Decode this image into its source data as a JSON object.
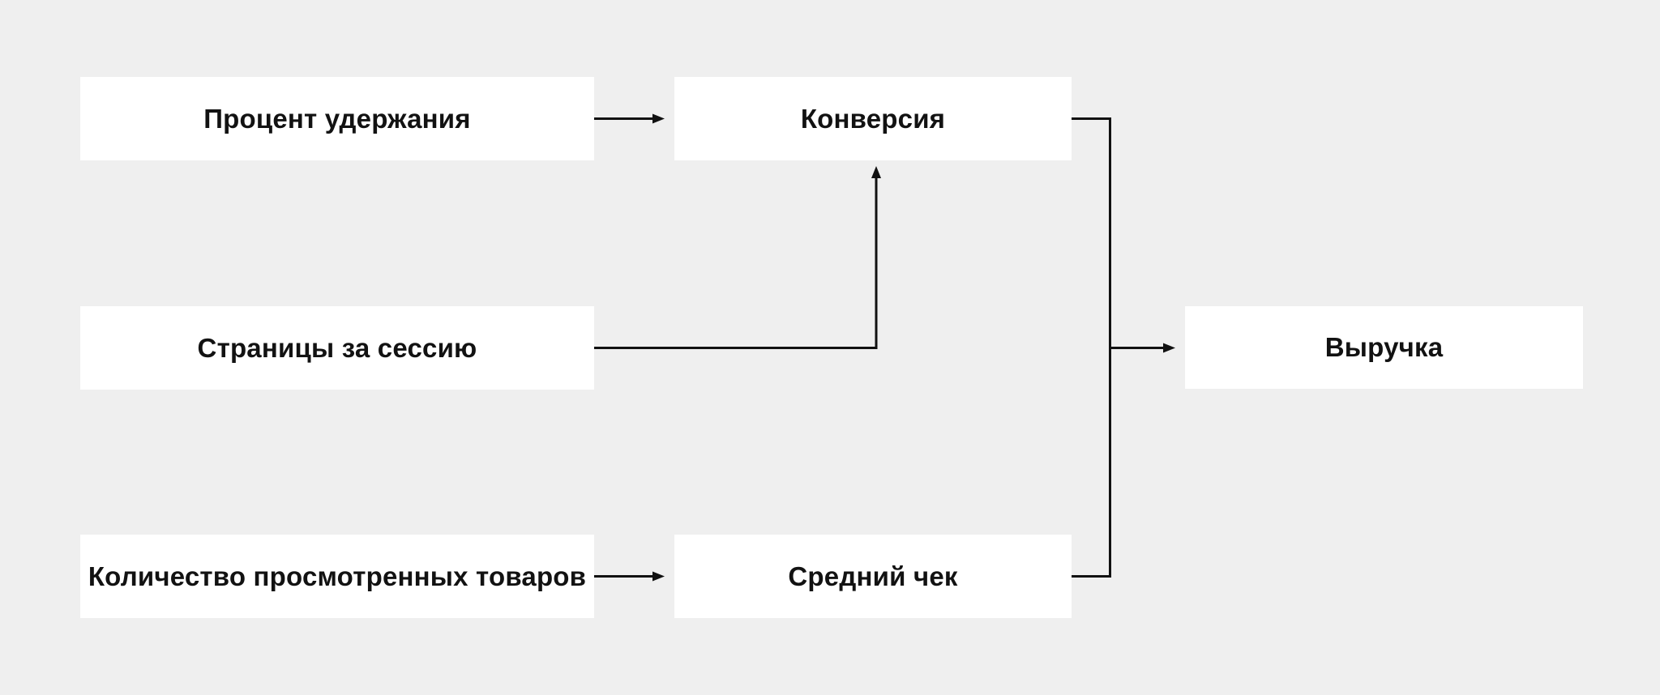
{
  "diagram": {
    "type": "flowchart",
    "background_color": "#efefef",
    "node_fill_color": "#ffffff",
    "text_color": "#121212",
    "connector_color": "#111111",
    "nodes": [
      {
        "id": "retention-rate",
        "label": "Процент удержания"
      },
      {
        "id": "conversion",
        "label": "Конверсия"
      },
      {
        "id": "pages-per-session",
        "label": "Страницы за сессию"
      },
      {
        "id": "revenue",
        "label": "Выручка"
      },
      {
        "id": "viewed-products-count",
        "label": "Количество просмотренных товаров"
      },
      {
        "id": "average-check",
        "label": "Средний чек"
      }
    ],
    "edges": [
      {
        "from": "retention-rate",
        "to": "conversion"
      },
      {
        "from": "pages-per-session",
        "to": "conversion"
      },
      {
        "from": "viewed-products-count",
        "to": "average-check"
      },
      {
        "from": "conversion",
        "to": "revenue"
      },
      {
        "from": "average-check",
        "to": "revenue"
      }
    ]
  }
}
